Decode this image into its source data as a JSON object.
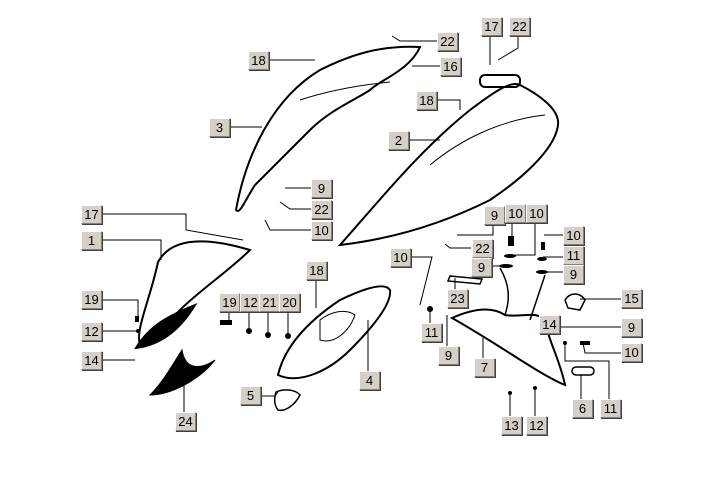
{
  "diagram_title": "",
  "labels": [
    "22",
    "18",
    "16",
    "17",
    "22",
    "18",
    "3",
    "2",
    "9",
    "22",
    "10",
    "17",
    "9",
    "10",
    "10",
    "1",
    "22",
    "10",
    "10",
    "11",
    "9",
    "9",
    "18",
    "23",
    "15",
    "19",
    "19",
    "12",
    "21",
    "20",
    "12",
    "11",
    "9",
    "14",
    "9",
    "7",
    "10",
    "14",
    "4",
    "5",
    "6",
    "11",
    "24",
    "13",
    "12"
  ]
}
